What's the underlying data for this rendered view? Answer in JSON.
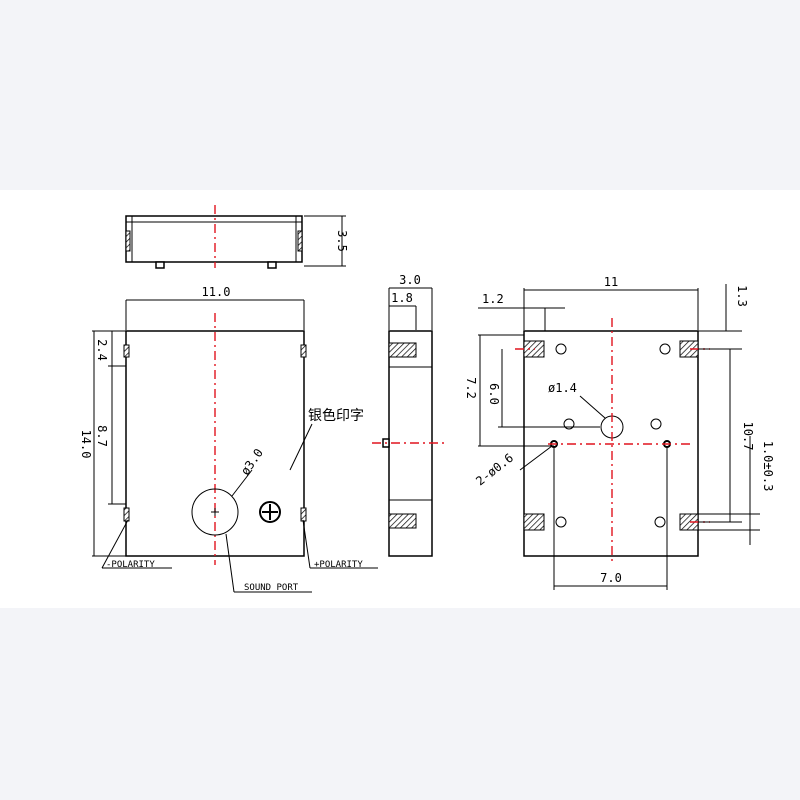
{
  "dimensions": {
    "top_height": "3.5",
    "front_width": "11.0",
    "front_height": "14.0",
    "front_top_offset": "2.4",
    "front_side_height": "8.7",
    "sound_port_dia": "ø3.0",
    "side_depth": "3.0",
    "side_inner": "1.8",
    "back_width": "11",
    "back_left_offset": "1.2",
    "back_top_offset": "1.3",
    "back_height_a": "7.2",
    "back_height_b": "6.0",
    "back_hole_dia": "ø1.4",
    "back_pin_holes": "2-ø0.6",
    "back_right_height": "10.7",
    "back_pad_height": "1.0±0.3",
    "back_bottom_width": "7.0"
  },
  "labels": {
    "silver_print": "银色印字",
    "minus_polarity": "-POLARITY",
    "plus_polarity": "+POLARITY",
    "sound_port": "SOUND PORT"
  },
  "colors": {
    "centerline": "#e0141e",
    "line": "#000000",
    "page": "#ffffff",
    "margin": "#f3f4f8"
  },
  "icons": [
    "plus-circle-icon"
  ]
}
